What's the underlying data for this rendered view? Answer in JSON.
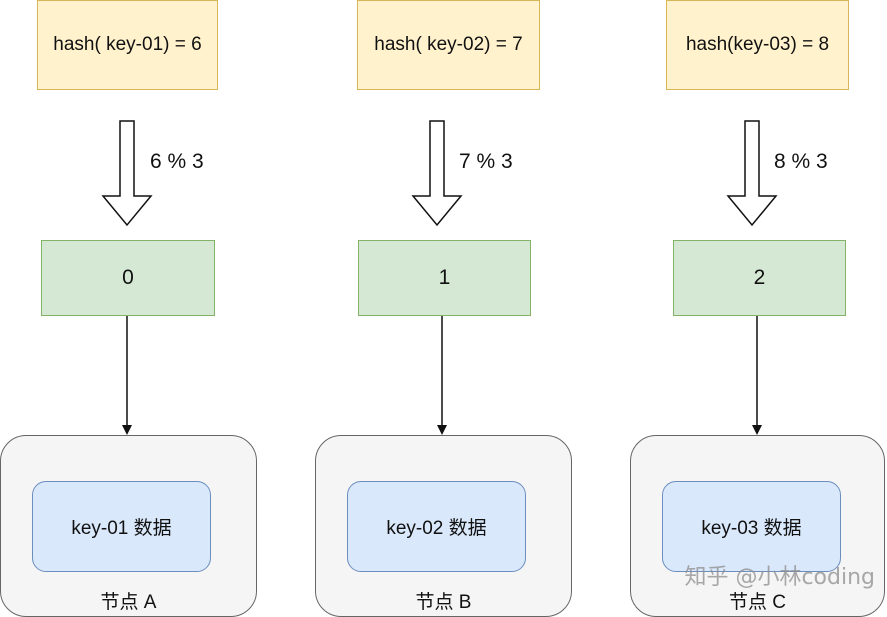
{
  "columns": [
    {
      "hash": "hash( key-01) = 6",
      "mod": "6 % 3",
      "index": "0",
      "data": "key-01 数据",
      "node": "节点 A"
    },
    {
      "hash": "hash( key-02) = 7",
      "mod": "7 % 3",
      "index": "1",
      "data": "key-02 数据",
      "node": "节点 B"
    },
    {
      "hash": "hash(key-03) = 8",
      "mod": "8 % 3",
      "index": "2",
      "data": "key-03 数据",
      "node": "节点 C"
    }
  ],
  "watermark": "知乎 @小林coding",
  "colors": {
    "hash_fill": "#fff2cc",
    "hash_border": "#d6b656",
    "index_fill": "#d5e8d4",
    "index_border": "#82b366",
    "node_fill": "#f5f5f5",
    "node_border": "#666666",
    "data_fill": "#dae8fc",
    "data_border": "#6c8ebf"
  }
}
